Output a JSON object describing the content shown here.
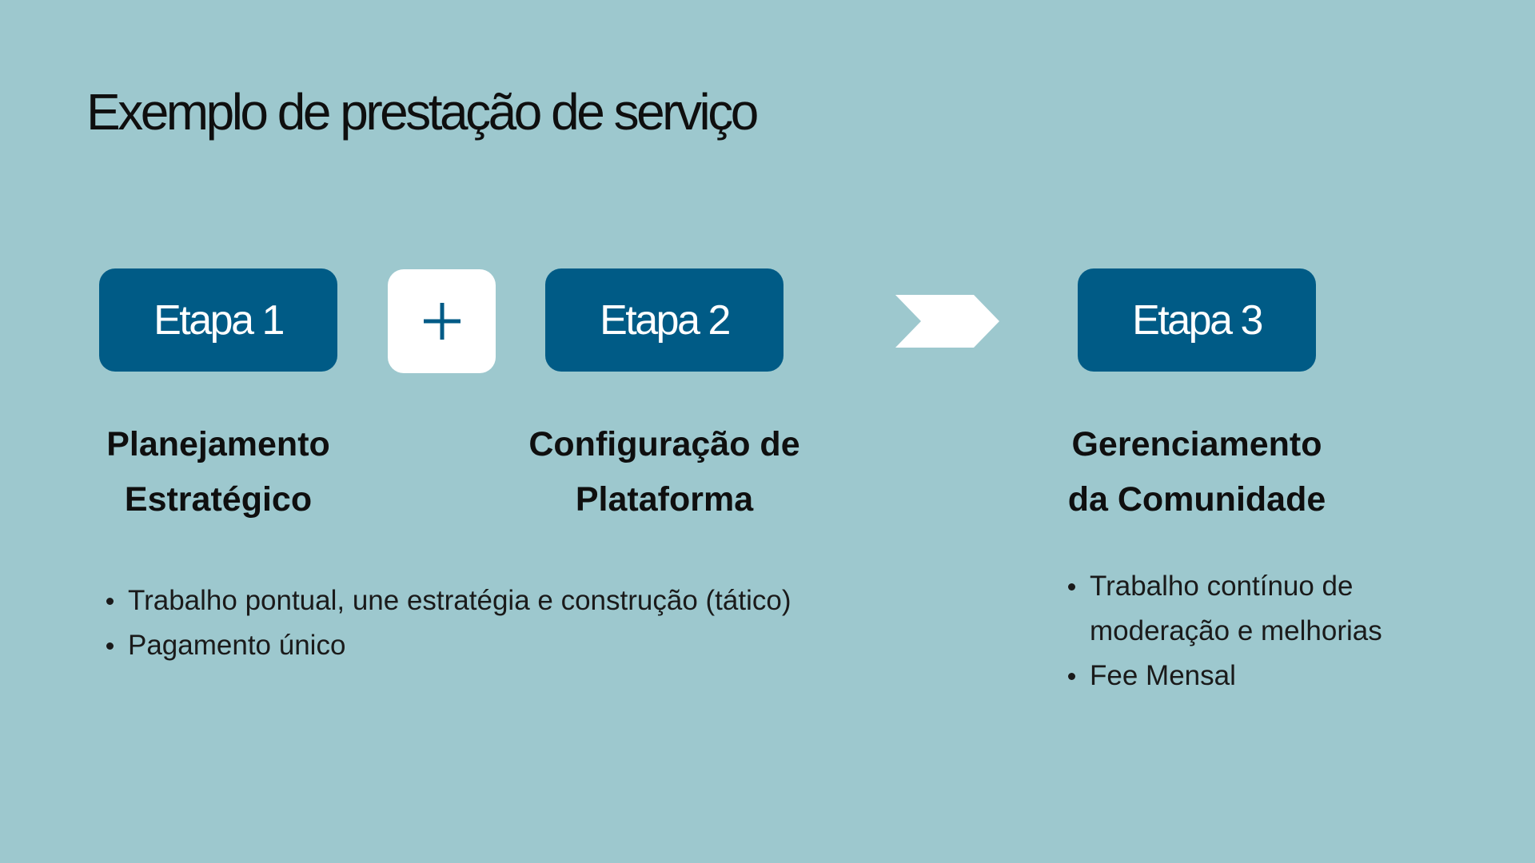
{
  "title": "Exemplo de prestação de serviço",
  "colors": {
    "background": "#9dc8ce",
    "stage_box": "#005b86",
    "plus_sign": "#005b86",
    "chevron": "#ffffff"
  },
  "icons": {
    "plus": "plus-icon",
    "arrow": "chevron-right-icon"
  },
  "stages": [
    {
      "label": "Etapa 1",
      "heading_line1": "Planejamento",
      "heading_line2": "Estratégico"
    },
    {
      "label": "Etapa 2",
      "heading_line1": "Configuração de",
      "heading_line2": "Plataforma"
    },
    {
      "label": "Etapa 3",
      "heading_line1": "Gerenciamento",
      "heading_line2": "da Comunidade"
    }
  ],
  "bullets_left": [
    "Trabalho pontual, une estratégia e construção (tático)",
    "Pagamento único"
  ],
  "bullets_right": [
    "Trabalho contínuo de moderação e melhorias",
    "Fee Mensal"
  ]
}
